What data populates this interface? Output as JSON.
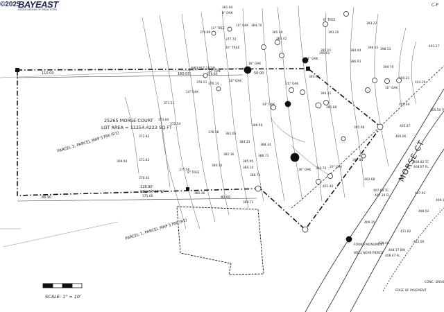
{
  "watermark": {
    "year": "©2025",
    "brand": "BAYEAST",
    "tagline": "ASSOCIATION OF REALTORS"
  },
  "corner_mark": "C-P",
  "lot": {
    "address": "25265 MORSE COURT",
    "area": "LOT AREA = 11254.4223 SQ FT"
  },
  "parcels": {
    "parcel2": "PARCEL 2, PARCEL MAP 5786 (R1)",
    "parcel1": "PARCEL 1, PARCEL MAP 5786 (R1)"
  },
  "street_name": "MORSE CT",
  "scale": "SCALE: 1\" = 10'",
  "dimensions": {
    "north_dist_1": "110.00",
    "north_dist_2": "50.00",
    "north_bearing": "N81°57'10\"W",
    "north_total": "160.00'",
    "south_dist_1": "88.90",
    "south_dist_2": "40.00",
    "south_bearing": "N81°57'10\"W",
    "south_total": "128.90'"
  },
  "spot_elevations": [
    "381.90",
    "379.89",
    "377.72",
    "378.51",
    "376.60",
    "376.14",
    "372.54",
    "371.51",
    "373.84",
    "372.42",
    "371.42",
    "370.42",
    "369.94",
    "375.66",
    "378.58",
    "377.56",
    "380.30",
    "380.46",
    "381.03",
    "382.16",
    "384.13",
    "384.14",
    "385.95",
    "386.71",
    "388.34",
    "389.73",
    "388.74",
    "390.70",
    "391.01",
    "391.88",
    "393.02",
    "394.21",
    "395.98",
    "397.84",
    "398.53",
    "399.76",
    "400.21",
    "401.46",
    "402.68",
    "403.27",
    "404.29",
    "405.04",
    "405.47",
    "406.06",
    "407.92",
    "408.52",
    "409.35",
    "410.40",
    "411.82",
    "412.00",
    "386.56",
    "385.09",
    "383.42",
    "384.70",
    "384.44",
    "386.91",
    "393.22",
    "393.20",
    "395.01",
    "396.01"
  ],
  "trees": [
    "8\" OAK",
    "10\" OAK",
    "12\" OAK",
    "14\" OAK",
    "16\" OAK",
    "18\" OAK",
    "20\" OAK",
    "24\" OAK",
    "8\" TREE",
    "10\" TREE",
    "12\" TREE",
    "6\" TREE",
    "36\" OAK",
    "20\" OAK",
    "14\" OAK",
    "16\" OAK"
  ],
  "curb_notes": [
    "407.89 TC",
    "407.39 FL",
    "408.37 BW",
    "408.47 FL",
    "409.17 TC",
    "405.50 TCR",
    "408.82 TC",
    "408.67 FL",
    "FOUND MONUMENT",
    "WELL NEAR PIERCE",
    "EDGE OF PAVEMENT",
    "CONC. DRIVEWAY"
  ],
  "colors": {
    "ink": "#111111",
    "grid": "#333333",
    "paper": "#ffffff",
    "watermark": "#1d2a4d"
  }
}
